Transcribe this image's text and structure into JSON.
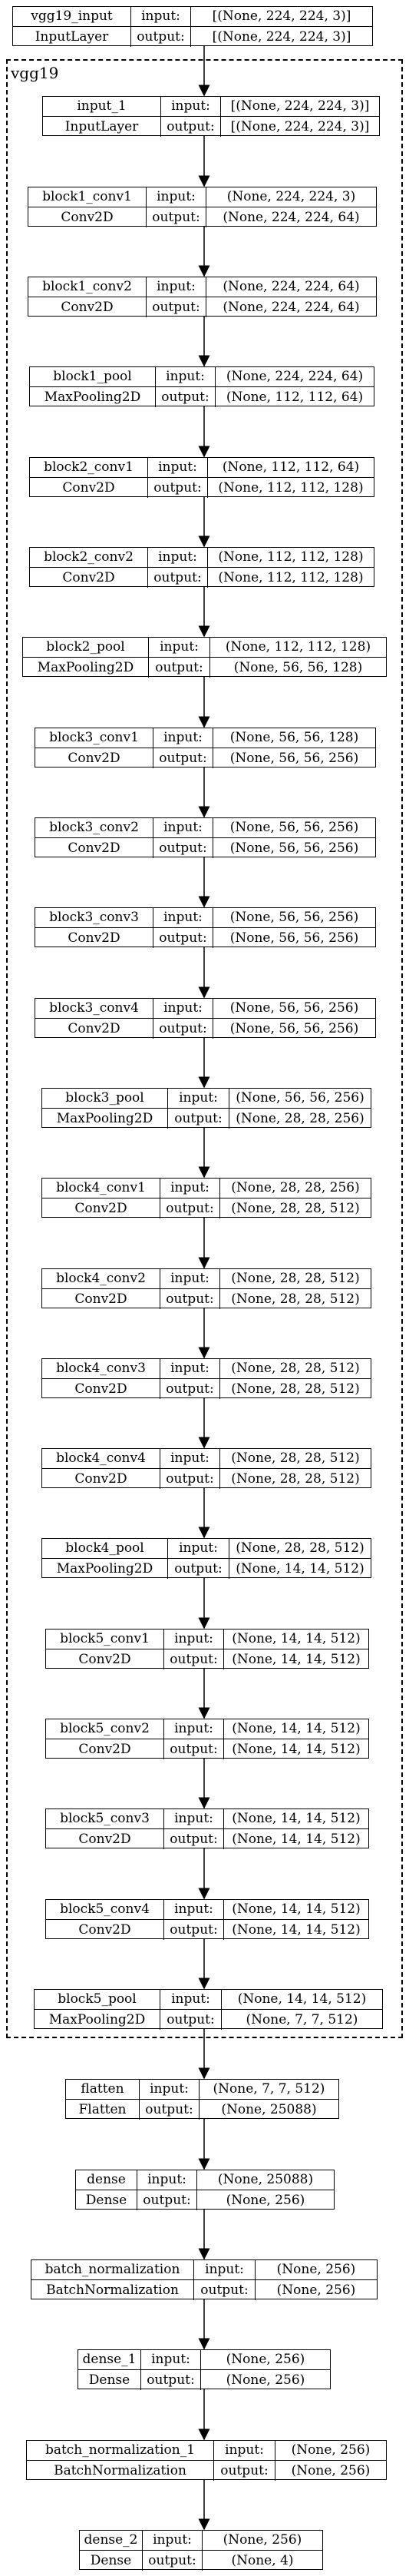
{
  "group": {
    "label": "vgg19"
  },
  "row_labels": {
    "input": "input:",
    "output": "output:"
  },
  "layers": [
    {
      "name": "vgg19_input",
      "type": "InputLayer",
      "input": "[(None, 224, 224, 3)]",
      "output": "[(None, 224, 224, 3)]"
    },
    {
      "name": "input_1",
      "type": "InputLayer",
      "input": "[(None, 224, 224, 3)]",
      "output": "[(None, 224, 224, 3)]"
    },
    {
      "name": "block1_conv1",
      "type": "Conv2D",
      "input": "(None, 224, 224, 3)",
      "output": "(None, 224, 224, 64)"
    },
    {
      "name": "block1_conv2",
      "type": "Conv2D",
      "input": "(None, 224, 224, 64)",
      "output": "(None, 224, 224, 64)"
    },
    {
      "name": "block1_pool",
      "type": "MaxPooling2D",
      "input": "(None, 224, 224, 64)",
      "output": "(None, 112, 112, 64)"
    },
    {
      "name": "block2_conv1",
      "type": "Conv2D",
      "input": "(None, 112, 112, 64)",
      "output": "(None, 112, 112, 128)"
    },
    {
      "name": "block2_conv2",
      "type": "Conv2D",
      "input": "(None, 112, 112, 128)",
      "output": "(None, 112, 112, 128)"
    },
    {
      "name": "block2_pool",
      "type": "MaxPooling2D",
      "input": "(None, 112, 112, 128)",
      "output": "(None, 56, 56, 128)"
    },
    {
      "name": "block3_conv1",
      "type": "Conv2D",
      "input": "(None, 56, 56, 128)",
      "output": "(None, 56, 56, 256)"
    },
    {
      "name": "block3_conv2",
      "type": "Conv2D",
      "input": "(None, 56, 56, 256)",
      "output": "(None, 56, 56, 256)"
    },
    {
      "name": "block3_conv3",
      "type": "Conv2D",
      "input": "(None, 56, 56, 256)",
      "output": "(None, 56, 56, 256)"
    },
    {
      "name": "block3_conv4",
      "type": "Conv2D",
      "input": "(None, 56, 56, 256)",
      "output": "(None, 56, 56, 256)"
    },
    {
      "name": "block3_pool",
      "type": "MaxPooling2D",
      "input": "(None, 56, 56, 256)",
      "output": "(None, 28, 28, 256)"
    },
    {
      "name": "block4_conv1",
      "type": "Conv2D",
      "input": "(None, 28, 28, 256)",
      "output": "(None, 28, 28, 512)"
    },
    {
      "name": "block4_conv2",
      "type": "Conv2D",
      "input": "(None, 28, 28, 512)",
      "output": "(None, 28, 28, 512)"
    },
    {
      "name": "block4_conv3",
      "type": "Conv2D",
      "input": "(None, 28, 28, 512)",
      "output": "(None, 28, 28, 512)"
    },
    {
      "name": "block4_conv4",
      "type": "Conv2D",
      "input": "(None, 28, 28, 512)",
      "output": "(None, 28, 28, 512)"
    },
    {
      "name": "block4_pool",
      "type": "MaxPooling2D",
      "input": "(None, 28, 28, 512)",
      "output": "(None, 14, 14, 512)"
    },
    {
      "name": "block5_conv1",
      "type": "Conv2D",
      "input": "(None, 14, 14, 512)",
      "output": "(None, 14, 14, 512)"
    },
    {
      "name": "block5_conv2",
      "type": "Conv2D",
      "input": "(None, 14, 14, 512)",
      "output": "(None, 14, 14, 512)"
    },
    {
      "name": "block5_conv3",
      "type": "Conv2D",
      "input": "(None, 14, 14, 512)",
      "output": "(None, 14, 14, 512)"
    },
    {
      "name": "block5_conv4",
      "type": "Conv2D",
      "input": "(None, 14, 14, 512)",
      "output": "(None, 14, 14, 512)"
    },
    {
      "name": "block5_pool",
      "type": "MaxPooling2D",
      "input": "(None, 14, 14, 512)",
      "output": "(None, 7, 7, 512)"
    },
    {
      "name": "flatten",
      "type": "Flatten",
      "input": "(None, 7, 7, 512)",
      "output": "(None, 25088)"
    },
    {
      "name": "dense",
      "type": "Dense",
      "input": "(None, 25088)",
      "output": "(None, 256)"
    },
    {
      "name": "batch_normalization",
      "type": "BatchNormalization",
      "input": "(None, 256)",
      "output": "(None, 256)"
    },
    {
      "name": "dense_1",
      "type": "Dense",
      "input": "(None, 256)",
      "output": "(None, 256)"
    },
    {
      "name": "batch_normalization_1",
      "type": "BatchNormalization",
      "input": "(None, 256)",
      "output": "(None, 256)"
    },
    {
      "name": "dense_2",
      "type": "Dense",
      "input": "(None, 256)",
      "output": "(None, 4)"
    }
  ]
}
